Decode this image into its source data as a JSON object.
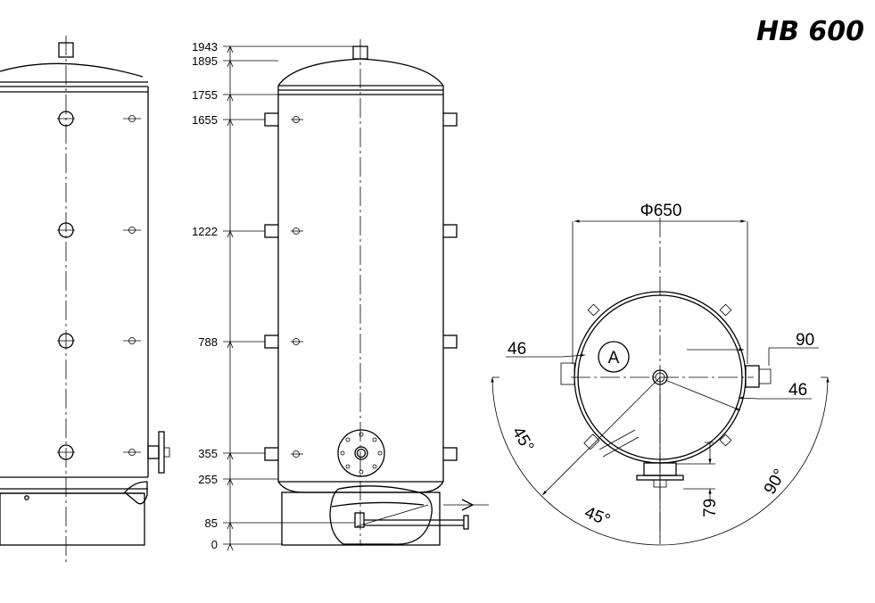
{
  "title": "HB 600",
  "heights": [
    {
      "label": "1943",
      "value": 1943
    },
    {
      "label": "1895",
      "value": 1895
    },
    {
      "label": "1755",
      "value": 1755
    },
    {
      "label": "1655",
      "value": 1655
    },
    {
      "label": "1222",
      "value": 1222
    },
    {
      "label": "788",
      "value": 788
    },
    {
      "label": "355",
      "value": 355
    },
    {
      "label": "255",
      "value": 255
    },
    {
      "label": "85",
      "value": 85
    },
    {
      "label": "0",
      "value": 0
    }
  ],
  "top_view": {
    "diameter_label": "Φ650",
    "dim_left": "46",
    "dim_right_top": "90",
    "dim_right_bottom": "46",
    "angle_left": "45°",
    "angle_bottom": "45°",
    "angle_right": "90°",
    "dim_bottom": "79",
    "detail_label": "A"
  }
}
